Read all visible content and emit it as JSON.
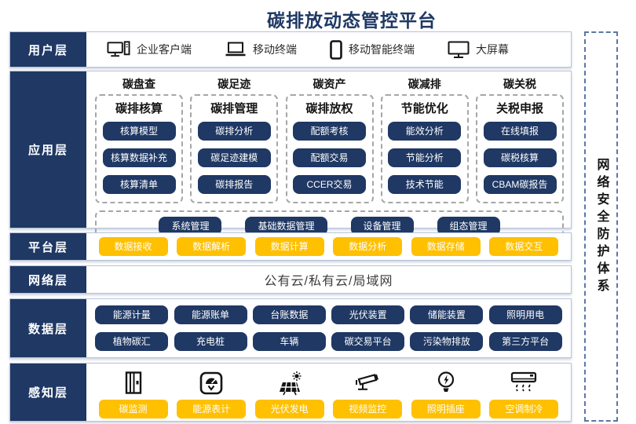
{
  "title": "碳排放动态管控平台",
  "security_box": {
    "label": "网络安全防护体系"
  },
  "colors": {
    "navy": "#1F3864",
    "orange": "#FFC000",
    "border": "#b6c4da"
  },
  "user_layer": {
    "label": "用户层",
    "items": [
      {
        "icon": "desktop-pc-icon",
        "label": "企业客户端"
      },
      {
        "icon": "laptop-icon",
        "label": "移动终端"
      },
      {
        "icon": "smartphone-icon",
        "label": "移动智能终端"
      },
      {
        "icon": "monitor-icon",
        "label": "大屏幕"
      }
    ]
  },
  "app_layer": {
    "label": "应用层",
    "columns": [
      {
        "header": "碳盘查",
        "group": "碳排核算",
        "items": [
          "核算模型",
          "核算数据补充",
          "核算清单"
        ]
      },
      {
        "header": "碳足迹",
        "group": "碳排管理",
        "items": [
          "碳排分析",
          "碳足迹建模",
          "碳排报告"
        ]
      },
      {
        "header": "碳资产",
        "group": "碳排放权",
        "items": [
          "配额考核",
          "配额交易",
          "CCER交易"
        ]
      },
      {
        "header": "碳减排",
        "group": "节能优化",
        "items": [
          "能效分析",
          "节能分析",
          "技术节能"
        ]
      },
      {
        "header": "碳关税",
        "group": "关税申报",
        "items": [
          "在线填报",
          "碳税核算",
          "CBAM碳报告"
        ]
      }
    ],
    "management_items": [
      "系统管理",
      "基础数据管理",
      "设备管理",
      "组态管理"
    ]
  },
  "platform_layer": {
    "label": "平台层",
    "items": [
      "数据接收",
      "数据解析",
      "数据计算",
      "数据分析",
      "数据存储",
      "数据交互"
    ]
  },
  "network_layer": {
    "label": "网络层",
    "text": "公有云/私有云/局域网"
  },
  "data_layer": {
    "label": "数据层",
    "rows": [
      [
        "能源计量",
        "能源账单",
        "台账数据",
        "光伏装置",
        "储能装置",
        "照明用电"
      ],
      [
        "植物碳汇",
        "充电桩",
        "车辆",
        "碳交易平台",
        "污染物排放",
        "第三方平台"
      ]
    ]
  },
  "perception_layer": {
    "label": "感知层",
    "items": [
      {
        "icon": "carbon-monitor-icon",
        "label": "碳监测"
      },
      {
        "icon": "energy-meter-icon",
        "label": "能源表计"
      },
      {
        "icon": "solar-panel-icon",
        "label": "光伏发电"
      },
      {
        "icon": "cctv-camera-icon",
        "label": "视频监控"
      },
      {
        "icon": "light-socket-icon",
        "label": "照明插座"
      },
      {
        "icon": "air-conditioner-icon",
        "label": "空调制冷"
      }
    ]
  }
}
